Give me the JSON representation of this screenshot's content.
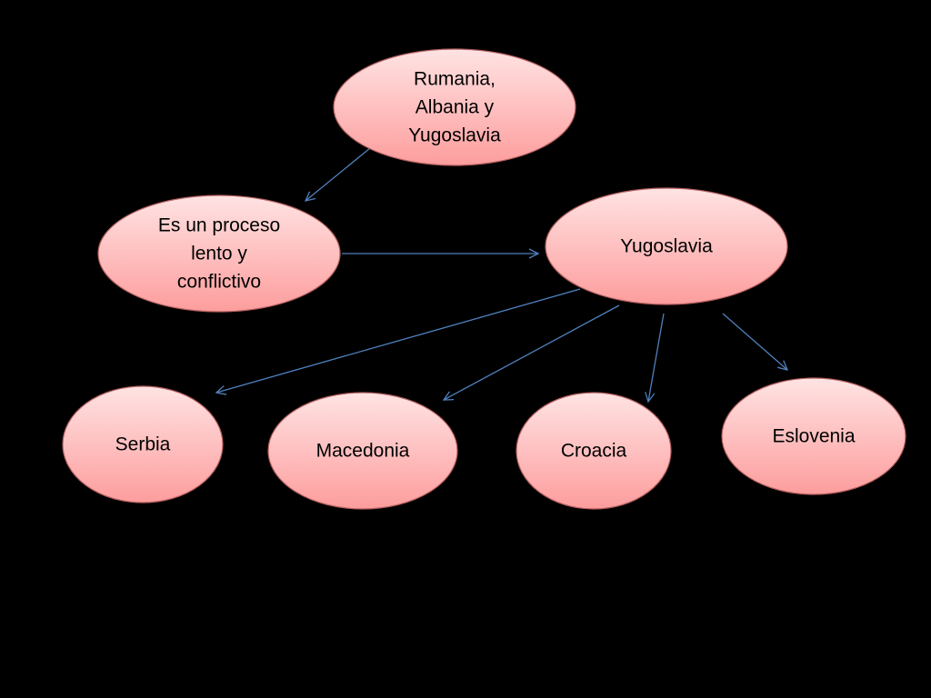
{
  "colors": {
    "background": "#000000",
    "node_fill_top": "#ffe3e3",
    "node_fill_bottom": "#fd9d9d",
    "node_stroke": "#b56060",
    "arrow": "#4f81bd",
    "text": "#000000"
  },
  "diagram": {
    "nodes": [
      {
        "id": "rumania",
        "lines": [
          "Rumania,",
          "Albania y",
          "Yugoslavia"
        ]
      },
      {
        "id": "proceso",
        "lines": [
          "Es un proceso",
          "lento y",
          "conflictivo"
        ]
      },
      {
        "id": "yugoslavia",
        "lines": [
          "Yugoslavia"
        ]
      },
      {
        "id": "serbia",
        "lines": [
          "Serbia"
        ]
      },
      {
        "id": "macedonia",
        "lines": [
          "Macedonia"
        ]
      },
      {
        "id": "croacia",
        "lines": [
          "Croacia"
        ]
      },
      {
        "id": "eslovenia",
        "lines": [
          "Eslovenia"
        ]
      }
    ],
    "edges": [
      {
        "from": "rumania",
        "to": "proceso"
      },
      {
        "from": "proceso",
        "to": "yugoslavia"
      },
      {
        "from": "yugoslavia",
        "to": "serbia"
      },
      {
        "from": "yugoslavia",
        "to": "macedonia"
      },
      {
        "from": "yugoslavia",
        "to": "croacia"
      },
      {
        "from": "yugoslavia",
        "to": "eslovenia"
      }
    ]
  }
}
